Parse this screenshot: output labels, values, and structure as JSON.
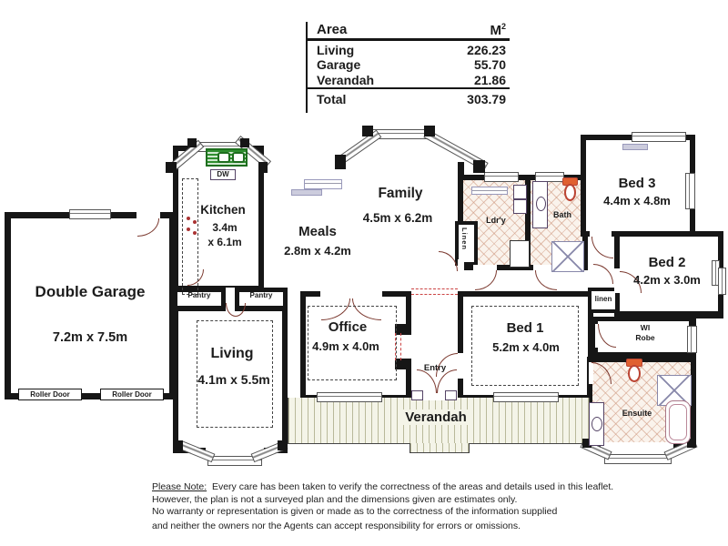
{
  "area_table": {
    "header": {
      "area": "Area",
      "unit": "M",
      "unit_sup": "2"
    },
    "rows": [
      {
        "label": "Living",
        "value": "226.23"
      },
      {
        "label": "Garage",
        "value": "55.70"
      },
      {
        "label": "Verandah",
        "value": "21.86"
      }
    ],
    "total": {
      "label": "Total",
      "value": "303.79"
    }
  },
  "rooms": {
    "garage": {
      "name": "Double Garage",
      "dims": "7.2m x 7.5m"
    },
    "kitchen": {
      "name": "Kitchen",
      "dim1": "3.4m",
      "dim2": "x 6.1m"
    },
    "meals": {
      "name": "Meals",
      "dims": "2.8m x 4.2m"
    },
    "family": {
      "name": "Family",
      "dims": "4.5m x 6.2m"
    },
    "living": {
      "name": "Living",
      "dims": "4.1m x 5.5m"
    },
    "office": {
      "name": "Office",
      "dims": "4.9m x 4.0m"
    },
    "bed1": {
      "name": "Bed 1",
      "dims": "5.2m x 4.0m"
    },
    "bed2": {
      "name": "Bed 2",
      "dims": "4.2m x 3.0m"
    },
    "bed3": {
      "name": "Bed 3",
      "dims": "4.4m x 4.8m"
    },
    "verandah": {
      "name": "Verandah"
    },
    "entry": {
      "name": "Entry"
    },
    "laundry": {
      "name": "Ldr'y"
    },
    "bath": {
      "name": "Bath"
    },
    "ensuite": {
      "name": "Ensuite"
    },
    "wi_robe": {
      "line1": "WI",
      "line2": "Robe"
    },
    "linen_cupboard": {
      "name": "Linen"
    },
    "linen_small": {
      "name": "linen"
    },
    "pantry_left": {
      "name": "Pantry"
    },
    "pantry_right": {
      "name": "Pantry"
    },
    "dishwasher": {
      "name": "DW"
    },
    "roller_door_left": {
      "name": "Roller Door"
    },
    "roller_door_right": {
      "name": "Roller Door"
    }
  },
  "footer": {
    "label": "Please Note:",
    "line1": "Every care has been taken to verify the correctness of the areas and details used in this leaflet.",
    "line2": "However, the plan is not a surveyed plan and the dimensions given are estimates only.",
    "line3": "No warranty or representation is given or made as to the correctness of the information supplied",
    "line4": "and neither the owners nor the Agents can accept responsibility for errors or omissions."
  },
  "colors": {
    "wall": "#161616",
    "door_arc": "#7c3a30",
    "tile_hatch": "#cd967d",
    "deck_line": "#b9b99a",
    "fixture_orange": "#e06030",
    "sink_green": "#2f8f2f",
    "lintel": "#9999bb",
    "red_dash": "#cc4444"
  }
}
